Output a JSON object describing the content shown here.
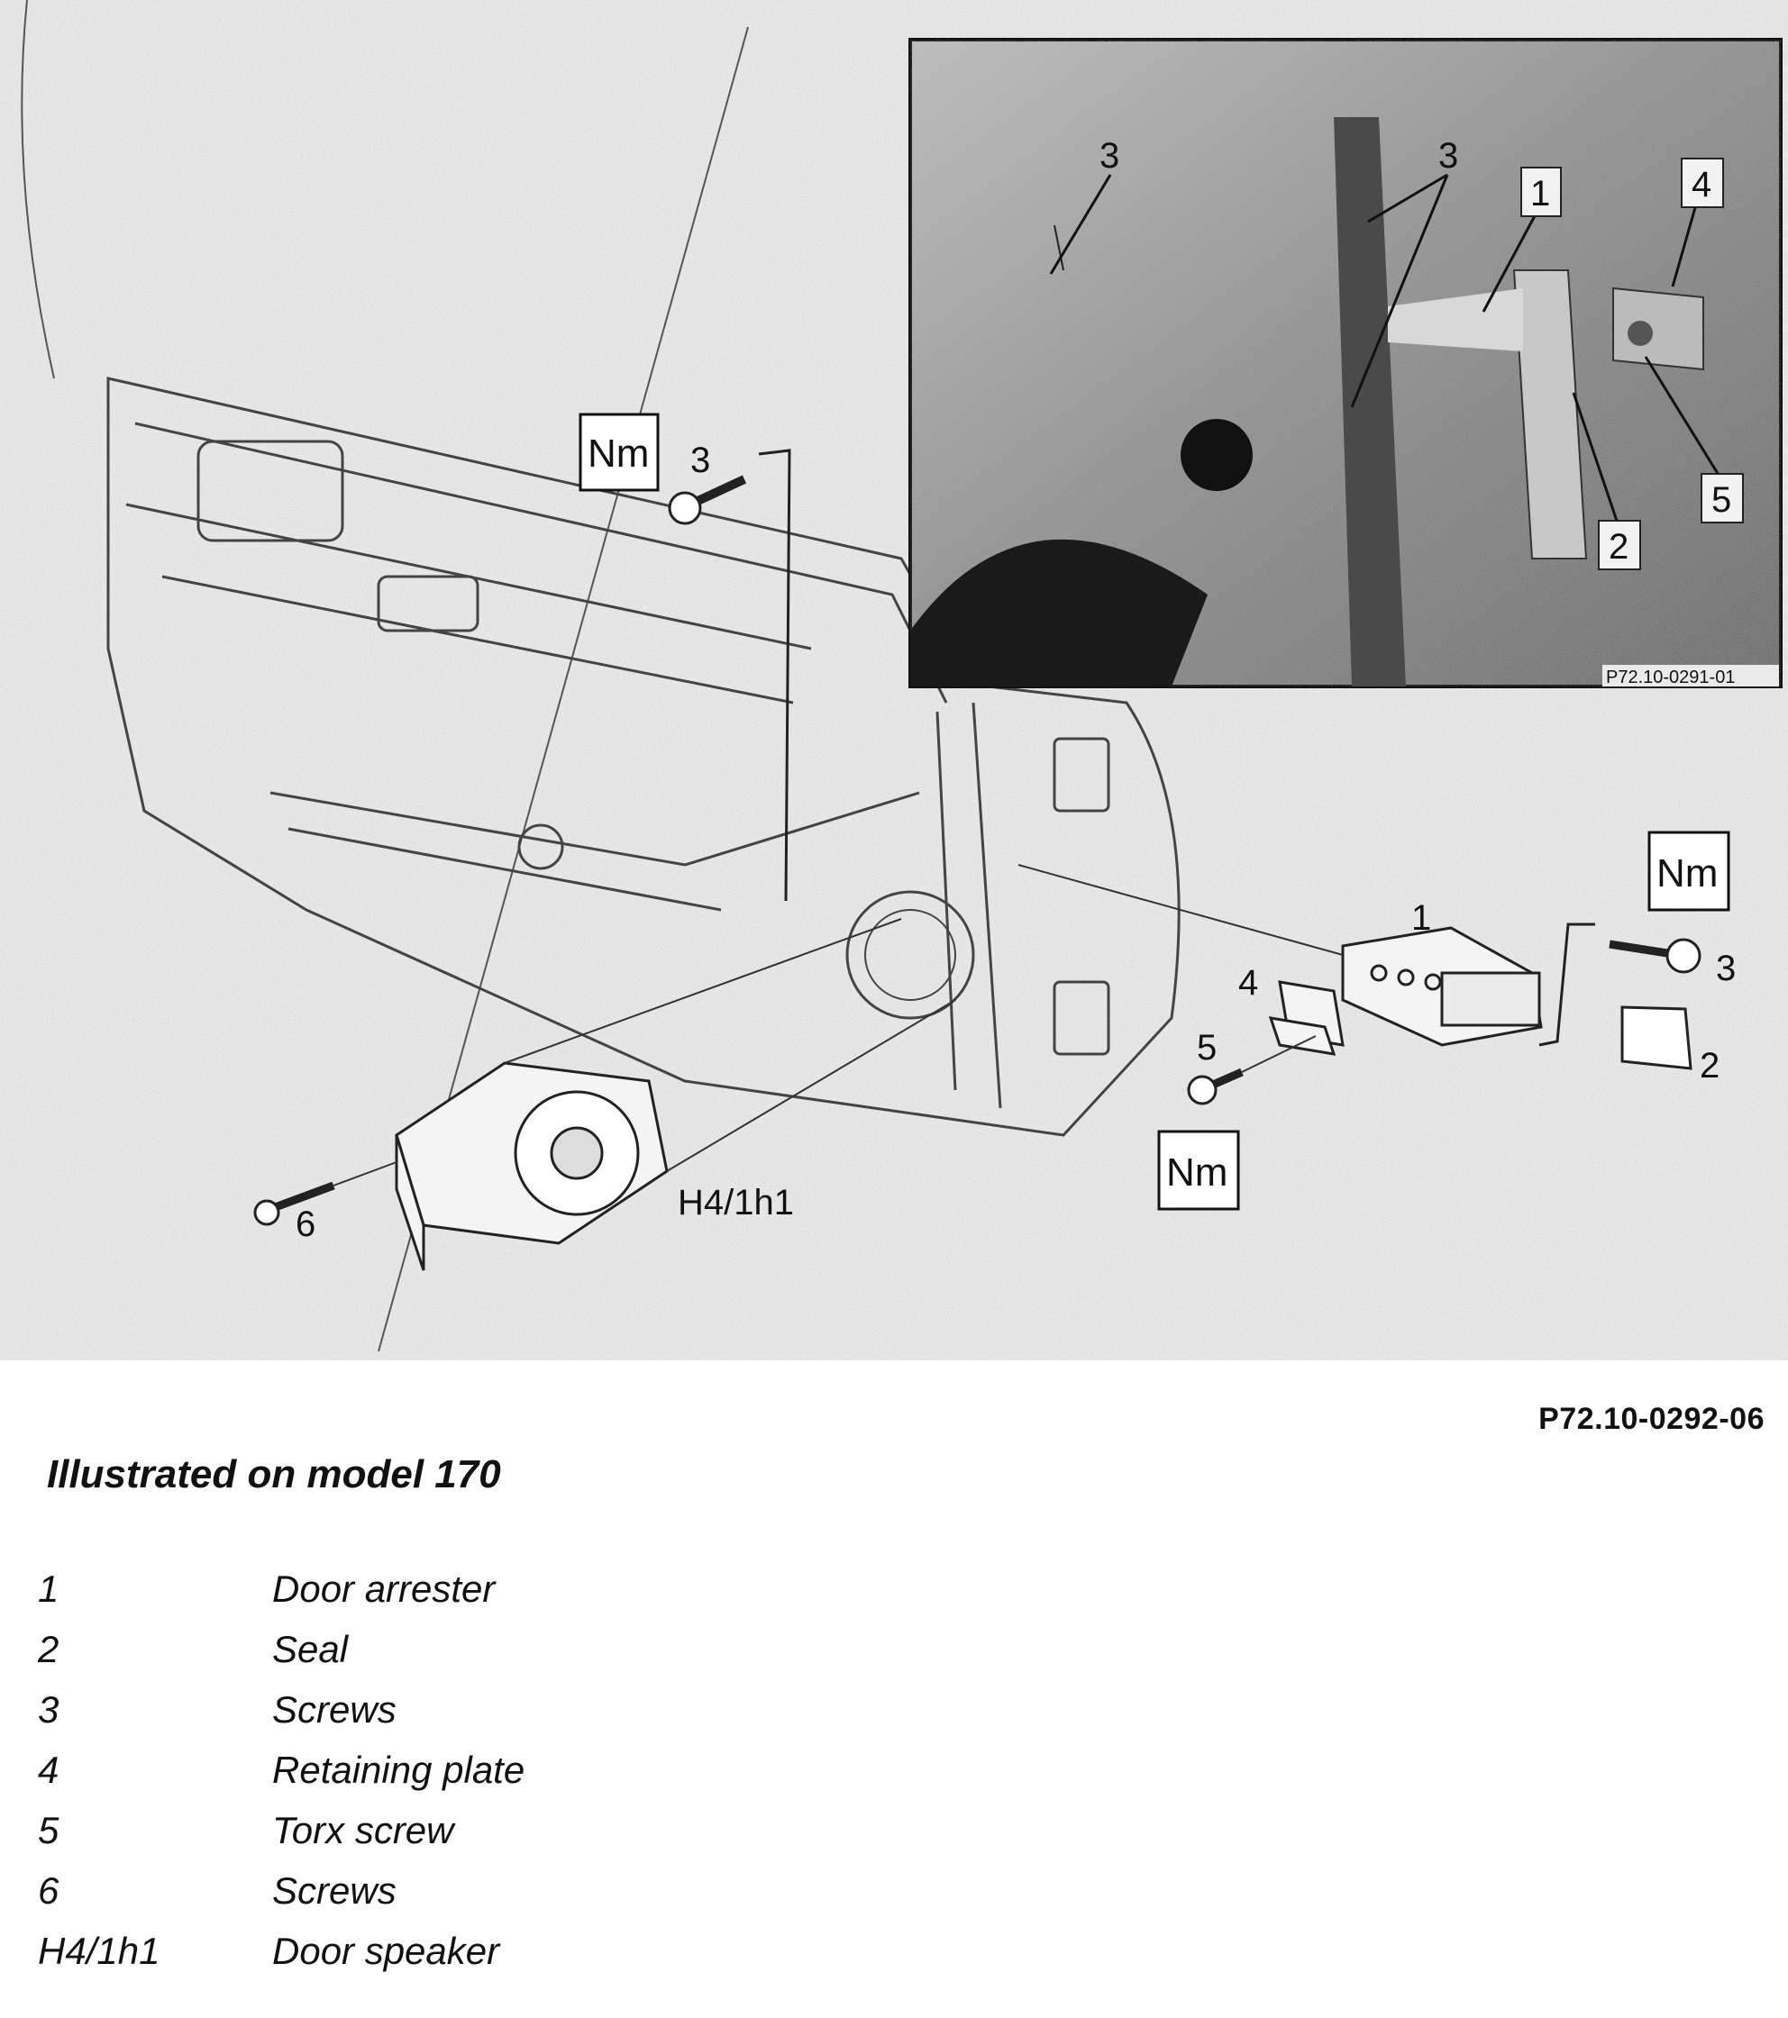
{
  "diagram": {
    "photo_code": "P72.10-0291-01",
    "photo_callouts": [
      "3",
      "3",
      "1",
      "4",
      "5",
      "2"
    ],
    "drawing_callouts": [
      "3",
      "1",
      "4",
      "5",
      "3",
      "2",
      "6"
    ],
    "torque_box_label": "Nm",
    "speaker_label": "H4/1h1"
  },
  "figure_code": "P72.10-0292-06",
  "caption": "Illustrated on model 170",
  "legend": [
    {
      "key": "1",
      "text": "Door arrester"
    },
    {
      "key": "2",
      "text": "Seal"
    },
    {
      "key": "3",
      "text": "Screws"
    },
    {
      "key": "4",
      "text": "Retaining plate"
    },
    {
      "key": "5",
      "text": "Torx screw"
    },
    {
      "key": "6",
      "text": "Screws"
    },
    {
      "key": "H4/1h1",
      "text": "Door speaker"
    }
  ]
}
